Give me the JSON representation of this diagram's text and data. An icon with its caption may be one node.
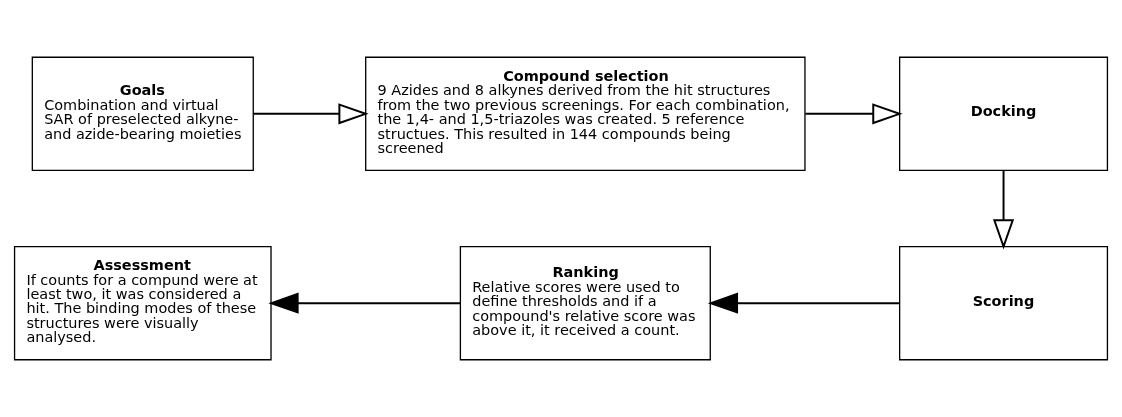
{
  "diagram": {
    "nodes": [
      {
        "text": [
          "Goals",
          "Combination and virtual SAR of preselected alkyne- and azide-bearing moieties"
        ]
      },
      {
        "text": [
          "Compound selection",
          "9 Azides and 8 alkynes derived from the hit structures from the two previous screenings. For each combination, the 1,4- and 1,5-triazoles was created. 5 reference structues. This resulted in 144 compounds being screened"
        ]
      },
      {
        "text": [
          "Docking"
        ]
      },
      {
        "text": [
          "Scoring"
        ]
      },
      {
        "text": [
          "Ranking",
          "Relative scores were used to define thresholds and if a compound's relative score was above it, it received a count."
        ]
      },
      {
        "text": [
          "Assessment",
          "If counts for a compund were at least two, it was considered a hit. The binding modes of these structures were visually analysed."
        ]
      }
    ],
    "edges": [
      {
        "from": 0,
        "to": 1,
        "arrow": "to"
      },
      {
        "from": 1,
        "to": 2,
        "arrow": "to"
      },
      {
        "from": 2,
        "to": 3,
        "arrow": "to"
      },
      {
        "from": 3,
        "to": 4,
        "arrow": "to"
      },
      {
        "from": 4,
        "to": 5,
        "arrow": "to"
      }
    ]
  }
}
